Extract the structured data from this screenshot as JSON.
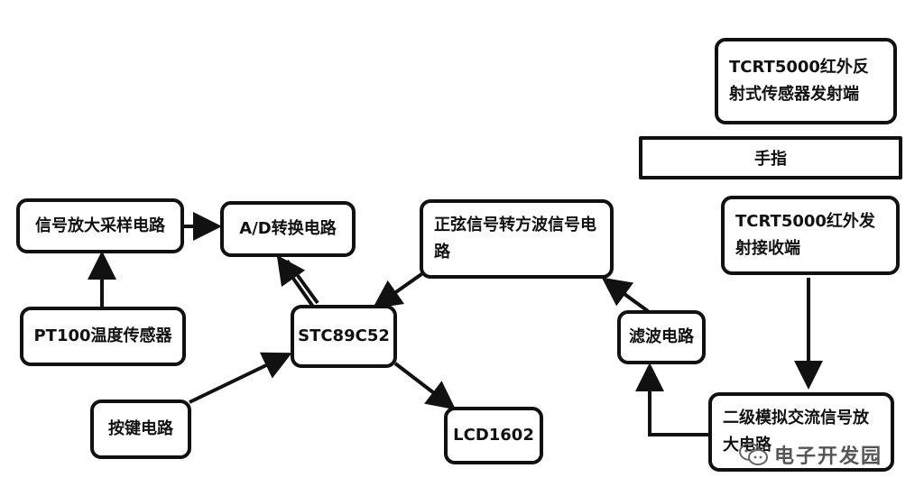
{
  "blocks": {
    "signal_amp": "信号放大采样电路",
    "ad": "A/D转换电路",
    "pt100": "PT100温度传感器",
    "mcu": "STC89C52",
    "key": "按键电路",
    "lcd": "LCD1602",
    "sine_square": "正弦信号转方波信号电路",
    "filter": "滤波电路",
    "tcrt_tx": "TCRT5000红外反射式传感器发射端",
    "finger": "手指",
    "tcrt_rx": "TCRT5000红外发射接收端",
    "amp2": "二级模拟交流信号放大电路"
  },
  "watermark": "电子开发园",
  "colors": {
    "line": "#111111",
    "background": "#ffffff",
    "watermark": "#555555"
  }
}
